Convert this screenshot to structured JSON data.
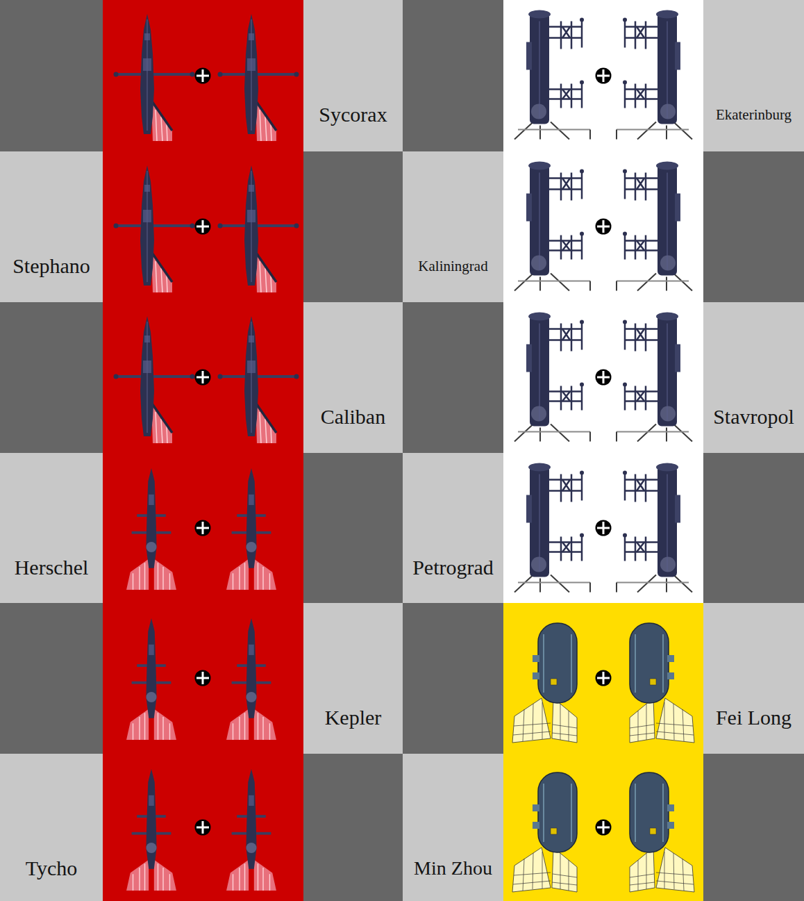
{
  "diagram": {
    "nodes": [
      {
        "text": [
          "Sycorax"
        ]
      },
      {
        "text": [
          "Ekaterinburg"
        ]
      },
      {
        "text": [
          "Stephano"
        ]
      },
      {
        "text": [
          "Kaliningrad"
        ]
      },
      {
        "text": [
          "Caliban"
        ]
      },
      {
        "text": [
          "Stavropol"
        ]
      },
      {
        "text": [
          "Herschel"
        ]
      },
      {
        "text": [
          "Petrograd"
        ]
      },
      {
        "text": [
          "Kepler"
        ]
      },
      {
        "text": [
          "Fei Long"
        ]
      },
      {
        "text": [
          "Tycho"
        ]
      },
      {
        "text": [
          "Min Zhou"
        ]
      }
    ]
  }
}
